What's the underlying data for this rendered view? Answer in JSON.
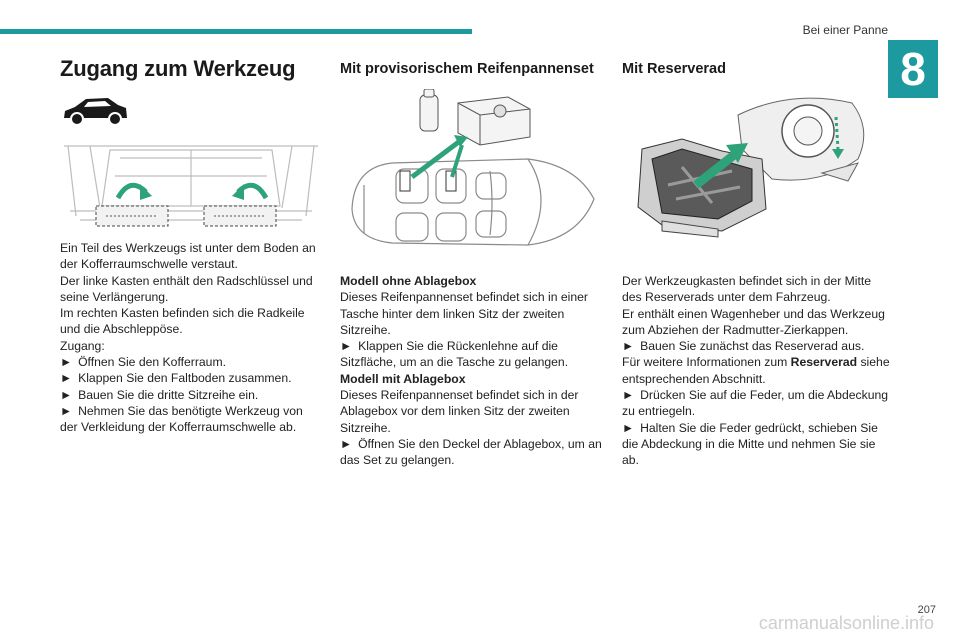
{
  "header": {
    "section_title": "Bei einer Panne",
    "chapter_number": "8"
  },
  "col1": {
    "title": "Zugang zum Werkzeug",
    "lines": [
      {
        "text": "Ein Teil des Werkzeugs ist unter dem Boden an der Kofferraumschwelle verstaut."
      },
      {
        "text": "Der linke Kasten enthält den Radschlüssel und seine Verlängerung."
      },
      {
        "text": "Im rechten Kasten befinden sich die Radkeile und die Abschleppöse."
      },
      {
        "text": "Zugang:"
      },
      {
        "bullet": "►",
        "text": "Öffnen Sie den Kofferraum."
      },
      {
        "bullet": "►",
        "text": "Klappen Sie den Faltboden zusammen."
      },
      {
        "bullet": "►",
        "text": "Bauen Sie die dritte Sitzreihe ein."
      },
      {
        "bullet": "►",
        "text": "Nehmen Sie das benötigte Werkzeug von der Verkleidung der Kofferraumschwelle ab."
      }
    ]
  },
  "col2": {
    "title": "Mit provisorischem Reifenpannenset",
    "lines": [
      {
        "bold": "Modell ohne Ablagebox"
      },
      {
        "text": "Dieses Reifenpannenset befindet sich in einer Tasche hinter dem linken Sitz der zweiten Sitzreihe."
      },
      {
        "bullet": "►",
        "text": "Klappen Sie die Rückenlehne auf die Sitzfläche, um an die Tasche zu gelangen."
      },
      {
        "bold": "Modell mit Ablagebox"
      },
      {
        "text": "Dieses Reifenpannenset befindet sich in der Ablagebox vor dem linken Sitz der zweiten Sitzreihe."
      },
      {
        "bullet": "►",
        "text": "Öffnen Sie den Deckel der Ablagebox, um an das Set zu gelangen."
      }
    ]
  },
  "col3": {
    "title": "Mit Reserverad",
    "lines": [
      {
        "text": "Der Werkzeugkasten befindet sich in der Mitte des Reserverads unter dem Fahrzeug."
      },
      {
        "text": "Er enthält einen Wagenheber und das Werkzeug zum Abziehen der Radmutter-Zierkappen."
      },
      {
        "bullet": "►",
        "text": "Bauen Sie zunächst das Reserverad aus."
      },
      {
        "text_pre": "Für weitere Informationen zum ",
        "bold": "Reserverad",
        "text_post": " siehe entsprechenden Abschnitt."
      },
      {
        "bullet": "►",
        "text": "Drücken Sie auf die Feder, um die Abdeckung zu entriegeln."
      },
      {
        "bullet": "►",
        "text": "Halten Sie die Feder gedrückt, schieben Sie die Abdeckung in die Mitte und nehmen Sie sie ab."
      }
    ]
  },
  "footer": {
    "page_number": "207",
    "watermark": "carmanualsonline.info"
  },
  "colors": {
    "accent": "#1d9aa0",
    "highlight_green": "#2ea37a"
  }
}
